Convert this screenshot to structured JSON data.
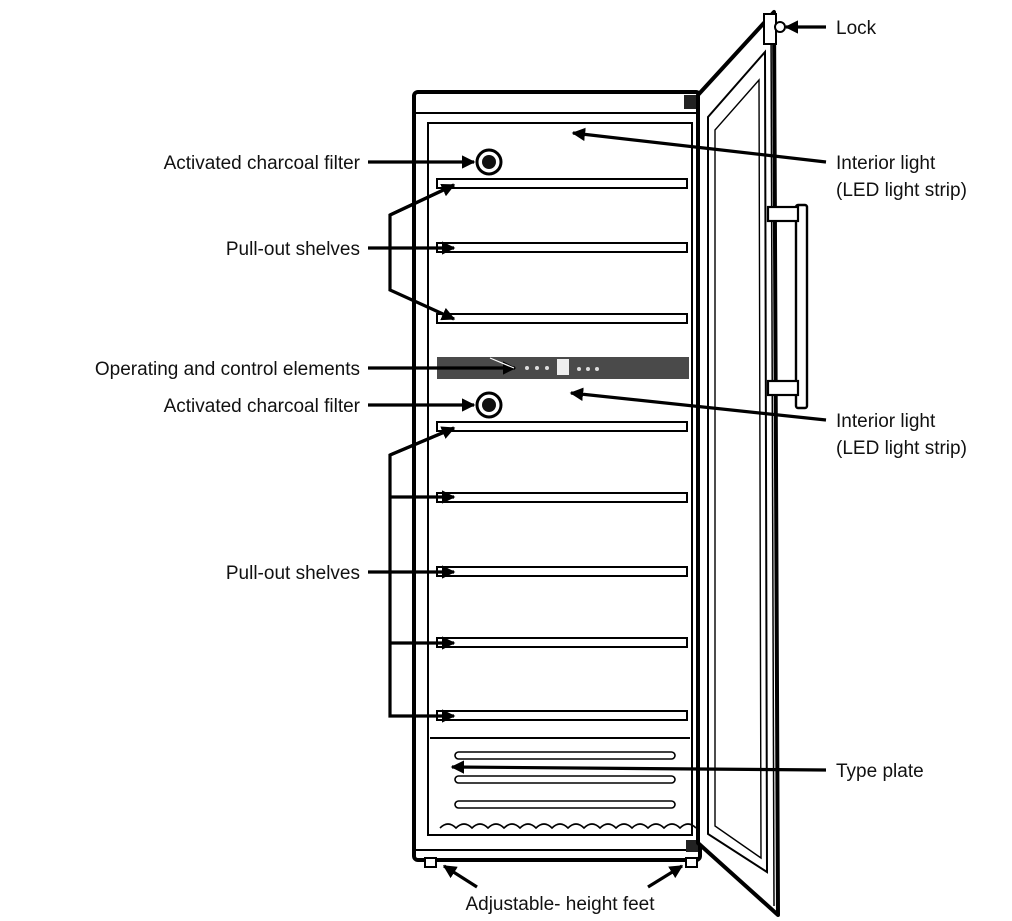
{
  "labels": {
    "lock": "Lock",
    "charcoal_filter_top": "Activated charcoal filter",
    "charcoal_filter_mid": "Activated charcoal filter",
    "interior_light_top": "Interior light",
    "interior_light_top_sub": "(LED light strip)",
    "interior_light_mid": "Interior light",
    "interior_light_mid_sub": "(LED light strip)",
    "shelves_top": "Pull-out shelves",
    "shelves_bottom": "Pull-out shelves",
    "controls": "Operating and control elements",
    "type_plate": "Type plate",
    "feet": "Adjustable- height feet"
  },
  "colors": {
    "outline": "#000000",
    "control_strip": "#4a4a4a",
    "background": "#ffffff"
  }
}
